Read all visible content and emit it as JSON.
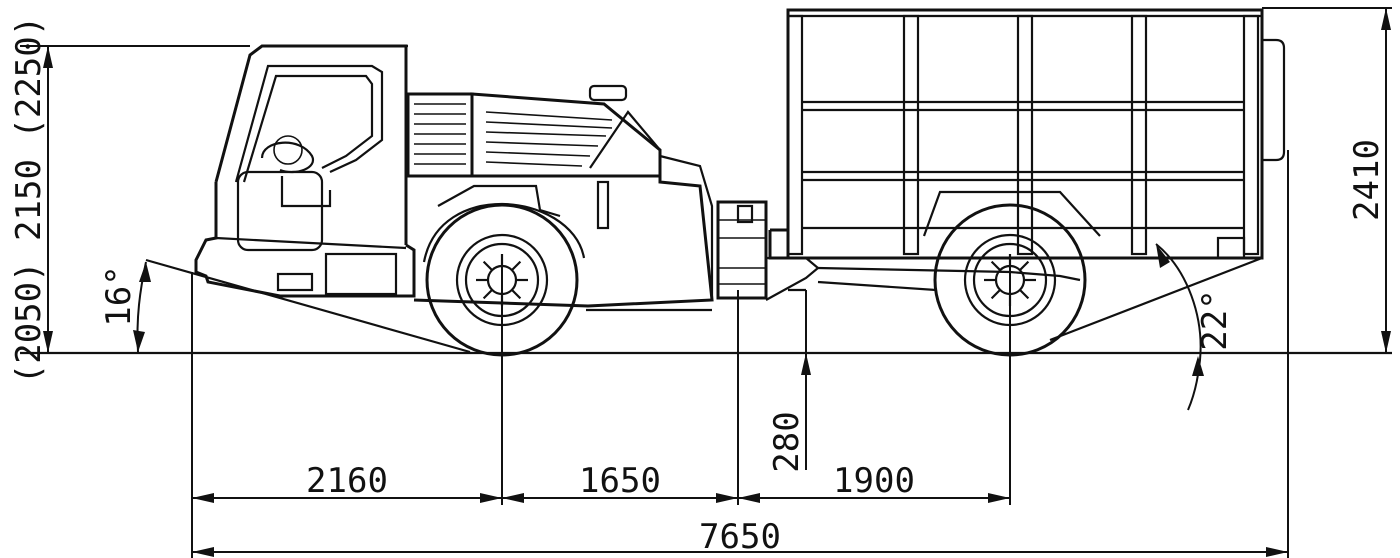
{
  "dimensions": {
    "wheelbase_front": "2160",
    "wheelbase_middle": "1650",
    "wheelbase_rear": "1900",
    "overall_length": "7650",
    "total_height": "2410",
    "cab_heights": "(2050) 2150 (2250)",
    "ground_clearance": "280",
    "approach_angle": "16°",
    "departure_angle": "22°"
  }
}
